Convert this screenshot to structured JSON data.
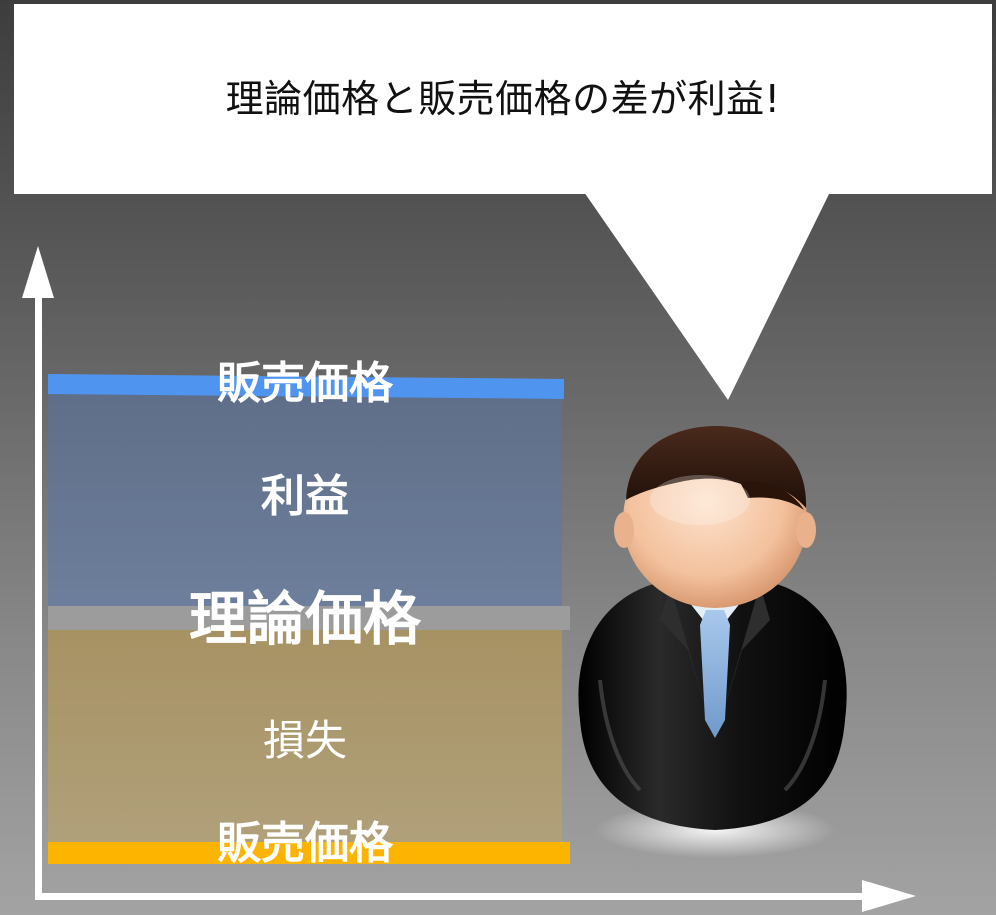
{
  "callout": {
    "text": "理論価格と販売価格の差が利益!"
  },
  "diagram": {
    "selling_price_top_label": "販売価格",
    "profit_label": "利益",
    "theoretical_price_label": "理論価格",
    "loss_label": "損失",
    "selling_price_bottom_label": "販売価格"
  },
  "colors": {
    "background_top": "#3d3d3d",
    "background_bottom": "#a3a3a3",
    "selling_price_top_line": "#4f95f0",
    "profit_region": "#6d7f9c",
    "theoretical_price_line": "#9c9c9c",
    "loss_region": "#b0a07a",
    "selling_price_bottom_line": "#fdb400",
    "axis": "#ffffff"
  },
  "icons": {
    "person": "businessman-icon"
  }
}
